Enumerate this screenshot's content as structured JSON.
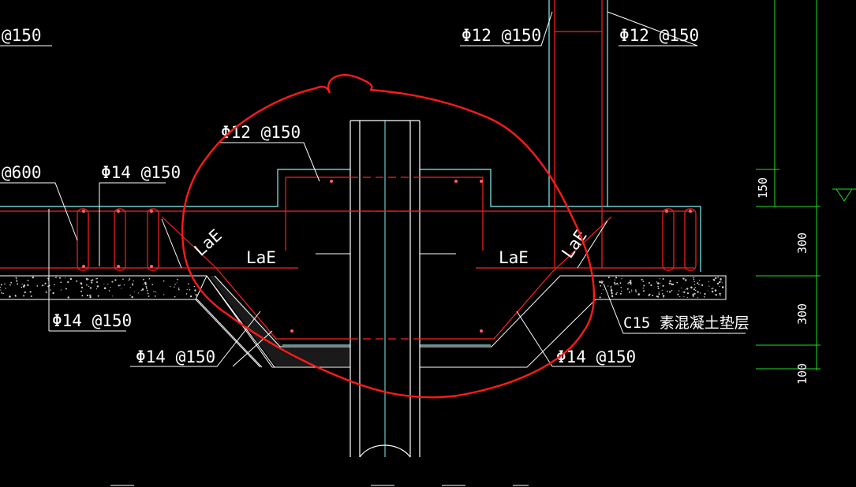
{
  "colors": {
    "background": "#000000",
    "rebar": "#ff2020",
    "outline": "#7ff5f5",
    "leader": "#ffffff",
    "dimension": "#22e022",
    "markup": "#ff1a1a",
    "concrete": "#d8d8d8"
  },
  "labels": {
    "top_left": "@150",
    "wall_left": "Φ12 @150",
    "wall_right": "Φ12 @150",
    "cap_top": "Φ12 @150",
    "beam_left_a": "@600",
    "beam_left_b": "Φ14 @150",
    "beam_bottom": "Φ14 @150",
    "cap_bottom_left": "Φ14 @150",
    "cap_bottom_right": "Φ14 @150",
    "lae_left_slope": "LaE",
    "lae_left": "LaE",
    "lae_right": "LaE",
    "lae_right_slope": "LaE",
    "cushion_layer": "C15 素混凝土垫层"
  },
  "dimensions": [
    "150",
    "300",
    "300",
    "100"
  ]
}
